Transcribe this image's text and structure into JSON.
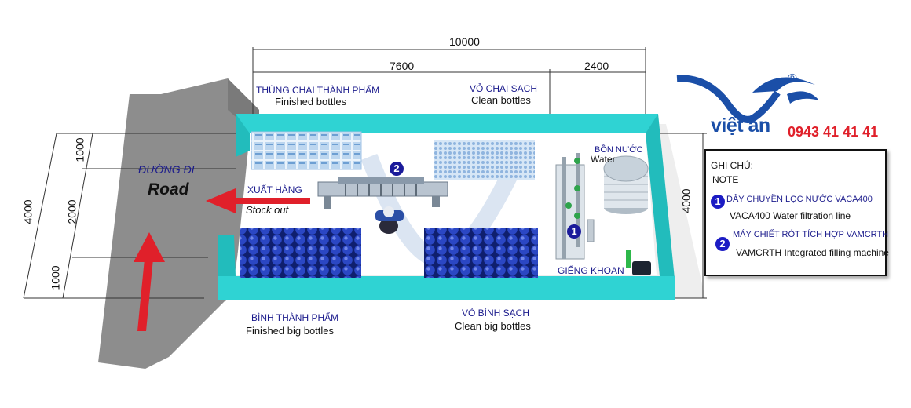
{
  "dimensions": {
    "total_length": "10000",
    "section_a": "7600",
    "section_b": "2400",
    "width_left": "4000",
    "width_right": "4000",
    "seg_top": "1000",
    "seg_mid": "2000",
    "seg_bottom": "1000"
  },
  "road": {
    "vn": "ĐƯỜNG ĐI",
    "en": "Road"
  },
  "areas": {
    "finished_bottles": {
      "vn": "THÙNG CHAI THÀNH PHẨM",
      "en": "Finished bottles"
    },
    "clean_bottles": {
      "vn": "VỎ CHAI SẠCH",
      "en": "Clean bottles"
    },
    "stock_out": {
      "vn": "XUẤT HÀNG",
      "en": "Stock out"
    },
    "finished_big": {
      "vn": "BÌNH THÀNH PHẨM",
      "en": "Finished big bottles"
    },
    "clean_big": {
      "vn": "VỎ BÌNH SẠCH",
      "en": "Clean big bottles"
    },
    "water_tank": {
      "vn": "BỒN NƯỚC",
      "en": "Water"
    },
    "well": {
      "vn": "GIẾNG KHOAN"
    }
  },
  "markers": {
    "m1": "1",
    "m2": "2"
  },
  "brand": {
    "name": "việt an",
    "phone": "0943 41 41 41",
    "registered": "®"
  },
  "note": {
    "title": "GHI CHÚ:",
    "subtitle": "NOTE",
    "items": [
      {
        "num": "1",
        "vn": "DÂY CHUYỀN LỌC NƯỚC VACA400",
        "en": "VACA400 Water filtration line"
      },
      {
        "num": "2",
        "vn": "MÁY CHIẾT RÓT TÍCH HỢP VAMCRTH",
        "en": "VAMCRTH Integrated filling machine"
      }
    ]
  },
  "colors": {
    "wall": "#2fd3d3",
    "road": "#8a8a8a",
    "arrow": "#e0202a",
    "bottle": "#1a2fa0",
    "brand_blue": "#1b4fa8",
    "phone_red": "#e0202a"
  }
}
